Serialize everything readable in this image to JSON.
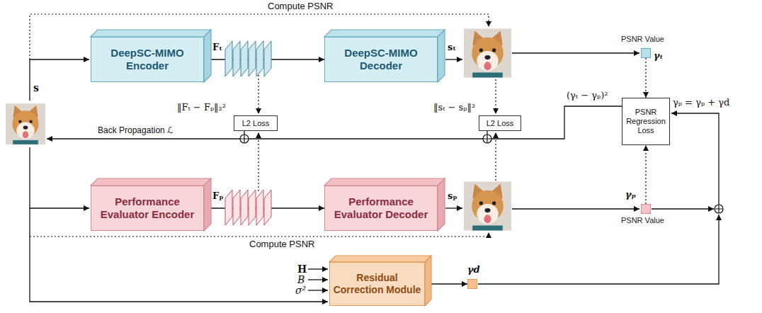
{
  "diagram": {
    "nodes": [
      {
        "text": [
          "DeepSC-MIMO Encoder"
        ]
      },
      {
        "text": [
          "DeepSC-MIMO Decoder"
        ]
      },
      {
        "text": [
          "L2 Loss"
        ]
      },
      {
        "text": [
          "L2 Loss"
        ]
      },
      {
        "text": [
          "PSNR Regression Loss"
        ]
      },
      {
        "text": [
          "Performance Evaluator Encoder"
        ]
      },
      {
        "text": [
          "Performance Evaluator Decoder"
        ]
      },
      {
        "text": [
          "Residual Correction Module"
        ]
      },
      {
        "text": [
          "PSNR Value",
          "γₜ"
        ]
      },
      {
        "text": [
          "γₚ",
          "PSNR Value"
        ]
      },
      {
        "text": [
          "γd"
        ]
      }
    ],
    "edges": [
      {
        "from": 0,
        "to": 1,
        "arrow": "to"
      },
      {
        "from": 5,
        "to": 6,
        "arrow": "to"
      },
      {
        "from": 8,
        "to": 4,
        "arrow": "to"
      },
      {
        "from": 9,
        "to": 4,
        "arrow": "to"
      },
      {
        "from": 7,
        "to": 10,
        "arrow": "to"
      }
    ],
    "labels": [
      "Compute PSNR",
      "Compute PSNR",
      "s",
      "Fₜ",
      "sₜ",
      "‖Fₜ − Fₚ‖₂²",
      "‖sₜ − sₚ‖²",
      "(γₜ − γₚ)²",
      "γₚ = γₚ + γd",
      "Back Propagation ℒ",
      "Fₚ",
      "sₚ",
      "H",
      "B",
      "σ²"
    ]
  }
}
